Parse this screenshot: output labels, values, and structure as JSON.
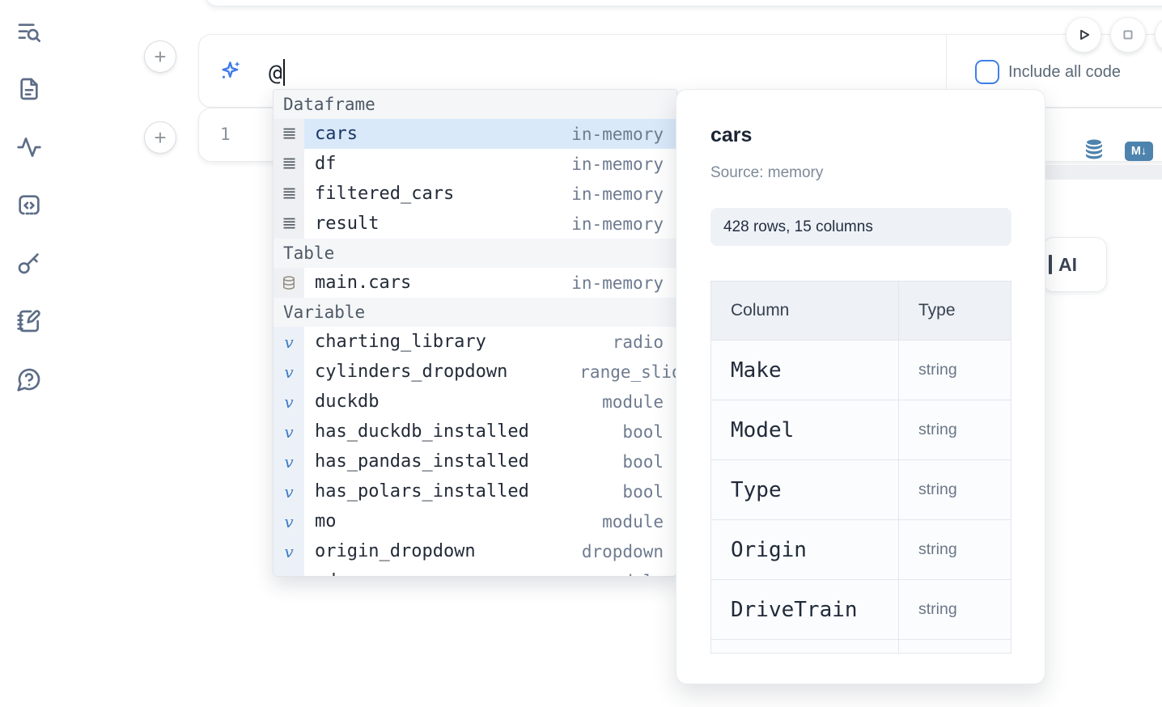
{
  "sidebar": {
    "icons": [
      "text-search",
      "file-text",
      "activity",
      "code-block",
      "key",
      "notebook-pen",
      "help-chat"
    ]
  },
  "composer": {
    "value": "@",
    "checkbox_label": "Include all code"
  },
  "cell": {
    "line_number": "1"
  },
  "autocomplete": {
    "sections": [
      {
        "label": "Dataframe",
        "icon": "dataframe",
        "items": [
          {
            "name": "cars",
            "type": "in-memory",
            "selected": true
          },
          {
            "name": "df",
            "type": "in-memory"
          },
          {
            "name": "filtered_cars",
            "type": "in-memory"
          },
          {
            "name": "result",
            "type": "in-memory"
          }
        ]
      },
      {
        "label": "Table",
        "icon": "table",
        "items": [
          {
            "name": "main.cars",
            "type": "in-memory"
          }
        ]
      },
      {
        "label": "Variable",
        "icon": "variable",
        "items": [
          {
            "name": "charting_library",
            "type": "radio"
          },
          {
            "name": "cylinders_dropdown",
            "type": "range_slider",
            "wide": true
          },
          {
            "name": "duckdb",
            "type": "module"
          },
          {
            "name": "has_duckdb_installed",
            "type": "bool"
          },
          {
            "name": "has_pandas_installed",
            "type": "bool"
          },
          {
            "name": "has_polars_installed",
            "type": "bool"
          },
          {
            "name": "mo",
            "type": "module"
          },
          {
            "name": "origin_dropdown",
            "type": "dropdown"
          },
          {
            "name": "pd",
            "type": "module",
            "clipped": true
          }
        ]
      }
    ]
  },
  "preview": {
    "title": "cars",
    "source_label": "Source: memory",
    "stats": "428 rows, 15 columns",
    "table": {
      "headers": [
        "Column",
        "Type"
      ],
      "rows": [
        [
          "Make",
          "string"
        ],
        [
          "Model",
          "string"
        ],
        [
          "Type",
          "string"
        ],
        [
          "Origin",
          "string"
        ],
        [
          "DriveTrain",
          "string"
        ]
      ],
      "partial_row": true
    }
  },
  "ai_button": {
    "label": "AI"
  },
  "colors": {
    "accent_blue": "#3e7be8",
    "steel_blue": "#4d83ad",
    "selected_row": "#d9e9fa",
    "checkbox_blue": "#3f80e8"
  }
}
